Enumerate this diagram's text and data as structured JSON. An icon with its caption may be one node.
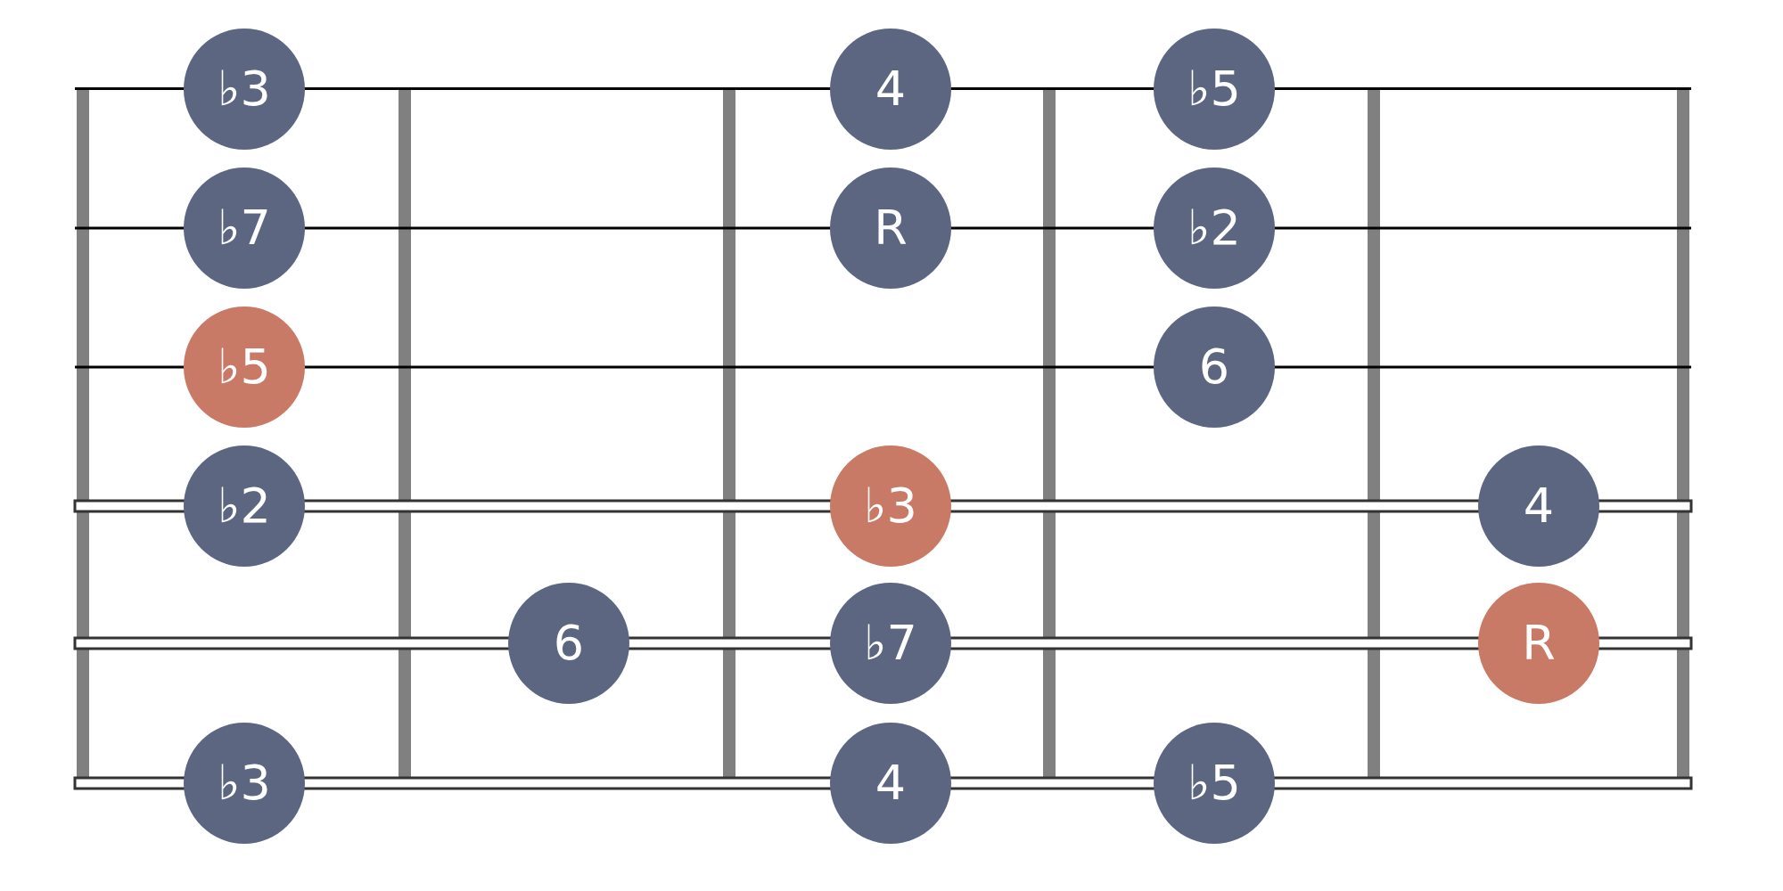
{
  "diagram": {
    "nodes": [
      {
        "text": [
          "♭3"
        ]
      },
      {
        "text": [
          "4"
        ]
      },
      {
        "text": [
          "♭5"
        ]
      },
      {
        "text": [
          "♭7"
        ]
      },
      {
        "text": [
          "R"
        ]
      },
      {
        "text": [
          "♭2"
        ]
      },
      {
        "text": [
          "♭5"
        ]
      },
      {
        "text": [
          "6"
        ]
      },
      {
        "text": [
          "♭2"
        ]
      },
      {
        "text": [
          "♭3"
        ]
      },
      {
        "text": [
          "4"
        ]
      },
      {
        "text": [
          "6"
        ]
      },
      {
        "text": [
          "♭7"
        ]
      },
      {
        "text": [
          "R"
        ]
      },
      {
        "text": [
          "♭3"
        ]
      },
      {
        "text": [
          "4"
        ]
      },
      {
        "text": [
          "♭5"
        ]
      }
    ]
  }
}
